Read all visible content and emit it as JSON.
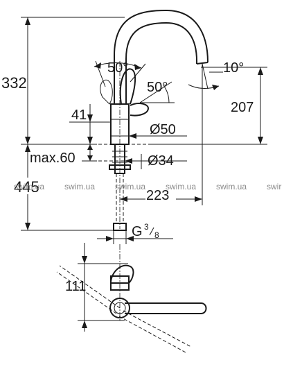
{
  "drawing": {
    "dimensions": {
      "total_height": "332",
      "overall_with_hose": "445",
      "lever_angle_top": "50°",
      "lever_angle_side": "50°",
      "spout_tilt": "10°",
      "spout_height": "207",
      "base_height": "41",
      "base_diameter": "Ø50",
      "max_thickness": "max.60",
      "hole_diameter": "Ø34",
      "reach": "223",
      "thread": "G",
      "thread_numerator": "3",
      "thread_denominator": "8",
      "top_view_depth": "111"
    },
    "watermarks": [
      "swim.ua",
      "swim.ua",
      "swim.ua",
      "swim.ua",
      "swim.ua",
      "swir"
    ]
  }
}
